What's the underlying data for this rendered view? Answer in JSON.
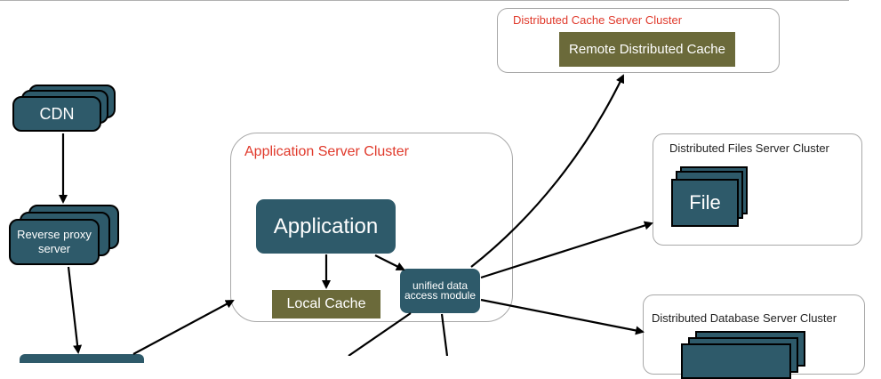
{
  "nodes": {
    "cdn": "CDN",
    "reverse_proxy": "Reverse proxy server",
    "application": "Application",
    "local_cache": "Local Cache",
    "unified_data_access": "unified data access module",
    "remote_cache": "Remote Distributed Cache",
    "file": "File"
  },
  "clusters": {
    "cache": "Distributed Cache Server Cluster",
    "app": "Application Server Cluster",
    "files": "Distributed Files Server Cluster",
    "database": "Distributed Database Server Cluster"
  },
  "colors": {
    "node_teal": "#2e5a6a",
    "cache_olive": "#6b6a3a",
    "cluster_title_red": "#e0392b"
  }
}
